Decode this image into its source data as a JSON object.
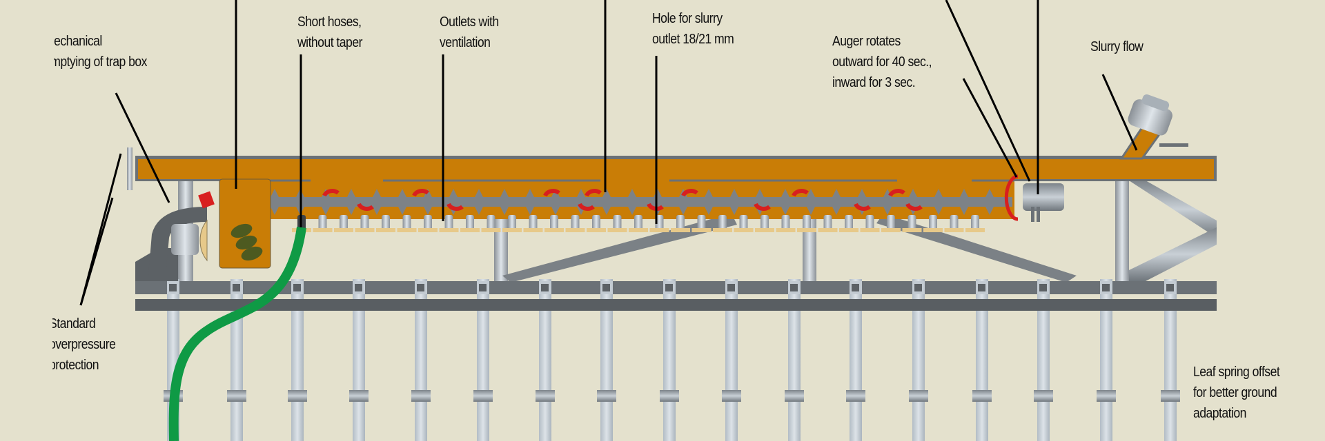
{
  "labels": {
    "trap_box_emptying": [
      "Mechanical",
      "emptying of trap box"
    ],
    "short_hoses": [
      "Short hoses,",
      "without taper"
    ],
    "outlets": [
      "Outlets with",
      "ventilation"
    ],
    "hole": [
      "Hole for slurry",
      "outlet 18/21 mm"
    ],
    "auger": [
      "Auger rotates",
      "outward for 40 sec.,",
      "inward for 3 sec."
    ],
    "slurry_flow": [
      "Slurry flow"
    ],
    "overpressure": [
      "Standard",
      "overpressure",
      "protection"
    ],
    "leaf_spring": [
      "Leaf spring offset",
      "for better ground",
      "adaptation"
    ]
  },
  "colors": {
    "background": "#e4e1cd",
    "beam": "#c97d06",
    "steel_dark": "#5c6165",
    "steel_light": "#c3cbd2",
    "hose": "#0f9a45",
    "arrow": "#d81f1f",
    "ring": "#e7c98a"
  }
}
